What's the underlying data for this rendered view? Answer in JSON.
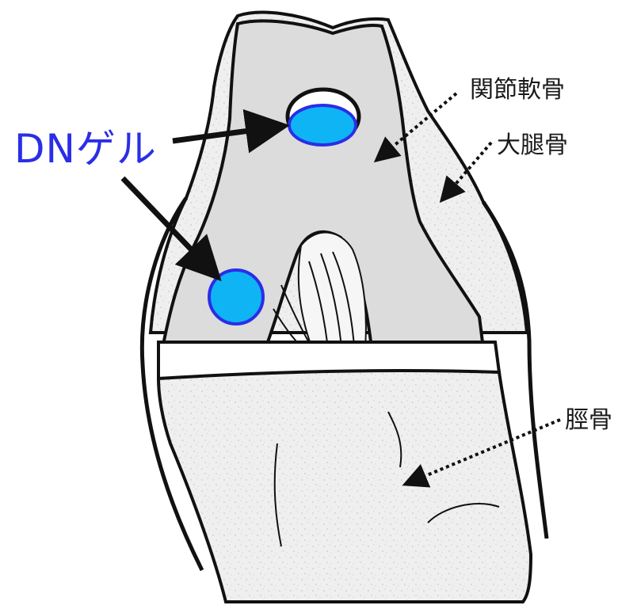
{
  "labels": {
    "gel": "DNゲル",
    "cartilage": "関節軟骨",
    "femur": "大腿骨",
    "tibia": "脛骨"
  },
  "colors": {
    "gel_fill": "#0fb4f5",
    "gel_stroke": "#2a2ee6",
    "gel_text": "#2a2ee6",
    "cartilage_fill": "#dcdcdc",
    "bone_fill": "#ebebeb",
    "outline": "#111111"
  }
}
